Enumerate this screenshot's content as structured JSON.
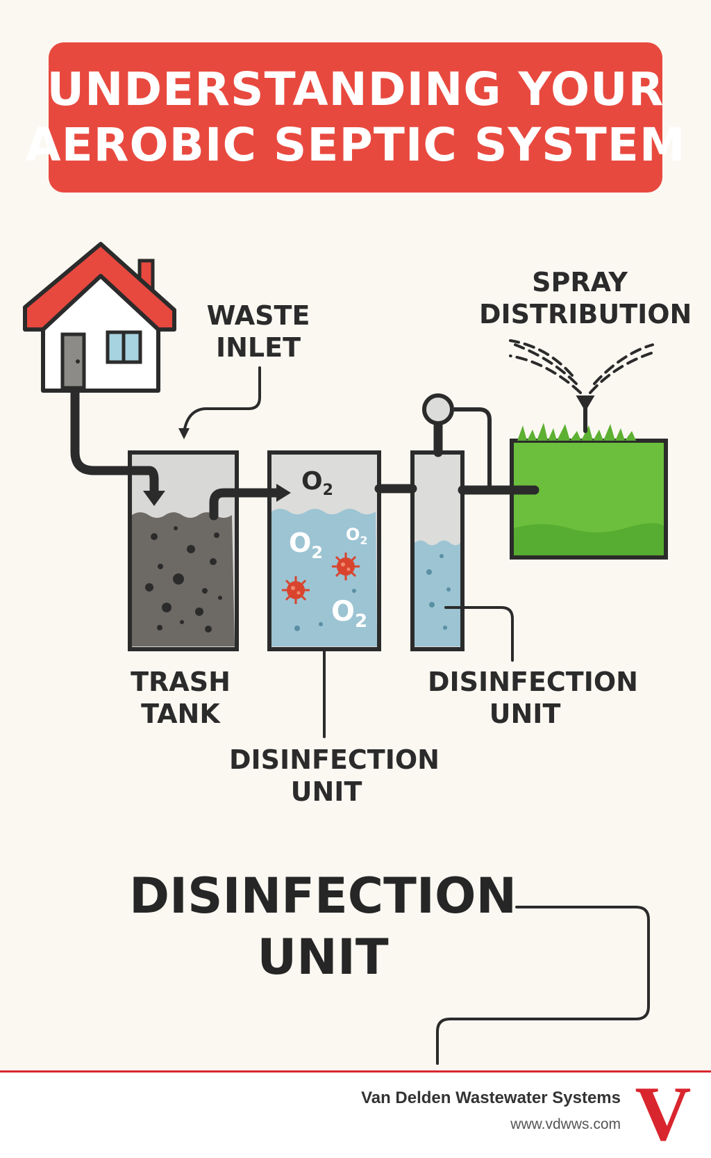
{
  "title": {
    "line1": "UNDERSTANDING YOUR",
    "line2": "AEROBIC SEPTIC SYSTEM"
  },
  "labels": {
    "waste_inlet": [
      "WASTE",
      "INLET"
    ],
    "spray_distribution": [
      "SPRAY",
      "DISTRIBUTION"
    ],
    "trash_tank": [
      "TRASH",
      "TANK"
    ],
    "disinfection_unit_center": [
      "DISINFECTION",
      "UNIT"
    ],
    "disinfection_unit_right": [
      "DISINFECTION",
      "UNIT"
    ],
    "disinfection_unit_large": [
      "DISINFECTION",
      "UNIT"
    ]
  },
  "oxygen": {
    "symbol": "O",
    "subscript": "2"
  },
  "footer": {
    "company": "Van Delden Wastewater Systems",
    "website": "www.vdwws.com",
    "logo_letter": "V"
  },
  "colors": {
    "banner": "#e8493f",
    "roof": "#e8493f",
    "sludge": "#6d6a66",
    "water": "#9cc4d3",
    "grass": "#6cbf3c",
    "bacteria": "#d9442f",
    "footer_rule": "#d9262e"
  },
  "icons": [
    "house-icon",
    "bacteria-icon",
    "sprinkler-icon",
    "logo-v-icon"
  ]
}
